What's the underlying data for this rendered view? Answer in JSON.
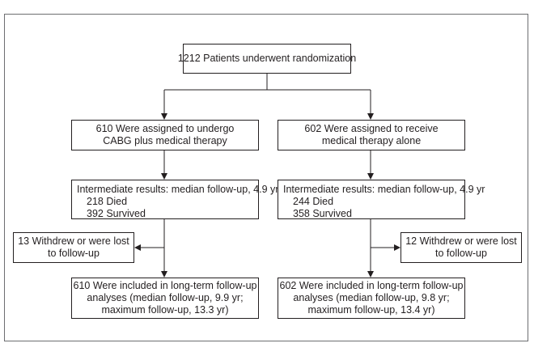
{
  "randomization": "1212 Patients underwent randomization",
  "left_arm": {
    "assigned": [
      "610 Were assigned to undergo",
      "CABG plus medical therapy"
    ],
    "intermediate_title": "Intermediate results: median follow-up, 4.9 yr",
    "died": "218 Died",
    "survived": "392 Survived",
    "withdrew": [
      "13 Withdrew or were lost",
      "to follow-up"
    ],
    "final": [
      "610 Were included in long-term follow-up",
      "analyses (median follow-up, 9.9 yr;",
      "maximum follow-up, 13.3 yr)"
    ]
  },
  "right_arm": {
    "assigned": [
      "602 Were assigned to receive",
      "medical therapy alone"
    ],
    "intermediate_title": "Intermediate results: median follow-up, 4.9 yr",
    "died": "244 Died",
    "survived": "358 Survived",
    "withdrew": [
      "12 Withdrew or were lost",
      "to follow-up"
    ],
    "final": [
      "602 Were included in long-term follow-up",
      "analyses (median follow-up, 9.8 yr;",
      "maximum follow-up, 13.4 yr)"
    ]
  }
}
